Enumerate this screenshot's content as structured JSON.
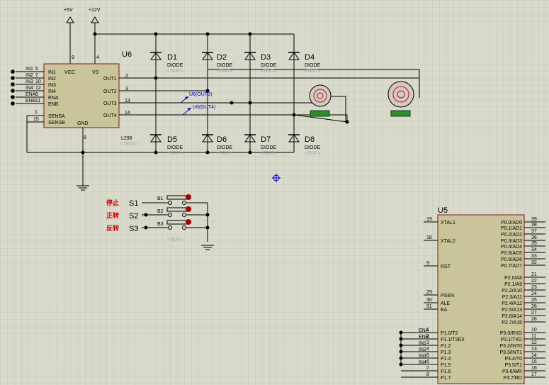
{
  "power": {
    "p5": "+5V",
    "p12": "+12V"
  },
  "l298": {
    "ref": "U6",
    "part": "L298",
    "text": "<TEXT>",
    "left_pins": [
      "IN1",
      "IN2",
      "IN3",
      "IN4",
      "ENA",
      "ENB"
    ],
    "left_nets": [
      "IN1",
      "IN2",
      "IN3",
      "IN4",
      "ENA",
      "ENB"
    ],
    "left_nums": [
      "5",
      "7",
      "10",
      "12",
      "6",
      "11"
    ],
    "sense": [
      "SENSA",
      "SENSB"
    ],
    "sense_nums": [
      "1",
      "15"
    ],
    "right_pins": [
      "OUT1",
      "OUT2",
      "OUT3",
      "OUT4"
    ],
    "right_nums": [
      "2",
      "3",
      "13",
      "14"
    ],
    "vcc": "VCC",
    "vs": "VS",
    "gnd": "GND",
    "vcc_num": "9",
    "vs_num": "4",
    "gnd_num": "8"
  },
  "diodes": [
    {
      "ref": "D1",
      "type": "DIODE",
      "text": "<TEXT>"
    },
    {
      "ref": "D2",
      "type": "DIODE",
      "text": "<TEXT>"
    },
    {
      "ref": "D3",
      "type": "DIODE",
      "text": "<TEXT>"
    },
    {
      "ref": "D4",
      "type": "DIODE",
      "text": "<TEXT>"
    },
    {
      "ref": "D5",
      "type": "DIODE",
      "text": "<TEXT>"
    },
    {
      "ref": "D6",
      "type": "DIODE",
      "text": "<TEXT>"
    },
    {
      "ref": "D7",
      "type": "DIODE",
      "text": "<TEXT>"
    },
    {
      "ref": "D8",
      "type": "DIODE",
      "text": "<TEXT>"
    }
  ],
  "probes": [
    "U6(OUT3)",
    "U6(OUT4)"
  ],
  "switches": {
    "labels_cn": [
      "停止",
      "正转",
      "反转"
    ],
    "refs": [
      "S1",
      "S2",
      "S3"
    ],
    "nets": [
      "B1",
      "B2",
      "B3"
    ],
    "text": "<TEXT>"
  },
  "mcu": {
    "ref": "U5",
    "left_pins": [
      "XTAL1",
      "XTAL2",
      "RST",
      "PSEN",
      "ALE",
      "EA",
      "P1.0/T2",
      "P1.1/T2EX",
      "P1.2",
      "P1.3",
      "P1.4",
      "P1.5",
      "P1.6",
      "P1.7"
    ],
    "left_nums": [
      "19",
      "18",
      "9",
      "29",
      "30",
      "31",
      "1",
      "2",
      "3",
      "4",
      "5",
      "6",
      "7",
      "8"
    ],
    "left_nets": [
      "ENA",
      "ENB",
      "IN1",
      "IN2",
      "IN3",
      "IN4"
    ],
    "right_pins": [
      "P0.0/AD0",
      "P0.1/AD1",
      "P0.2/AD2",
      "P0.3/AD3",
      "P0.4/AD4",
      "P0.5/AD5",
      "P0.6/AD6",
      "P0.7/AD7",
      "P2.0/A8",
      "P2.1/A9",
      "P2.2/A10",
      "P2.3/A11",
      "P2.4/A12",
      "P2.5/A13",
      "P2.6/A14",
      "P2.7/A15",
      "P3.0/RXD",
      "P3.1/TXD",
      "P3.2/INT0",
      "P3.3/INT1",
      "P3.4/T0",
      "P3.5/T1",
      "P3.6/WR",
      "P3.7/RD"
    ],
    "right_nums": [
      "39",
      "38",
      "37",
      "36",
      "35",
      "34",
      "33",
      "32",
      "21",
      "22",
      "23",
      "24",
      "25",
      "26",
      "27",
      "28",
      "10",
      "11",
      "12",
      "13",
      "14",
      "15",
      "16",
      "17"
    ]
  }
}
